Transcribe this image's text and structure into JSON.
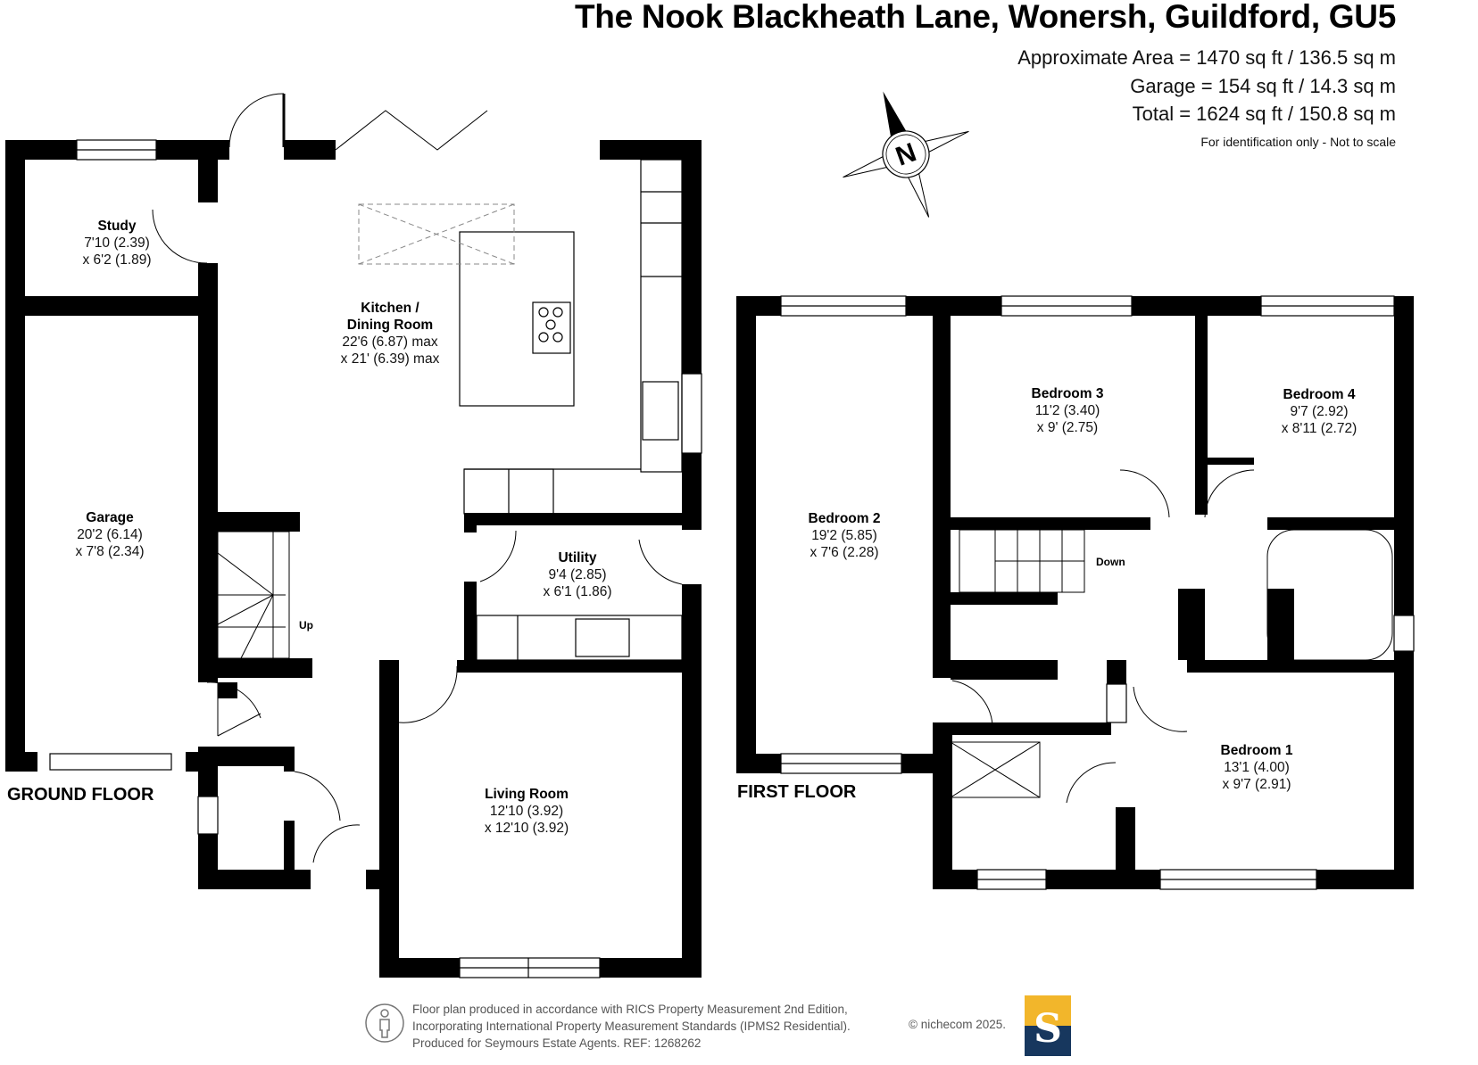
{
  "header": {
    "title": "The Nook Blackheath Lane, Wonersh, Guildford, GU5",
    "areas": [
      "Approximate Area = 1470 sq ft / 136.5 sq m",
      "Garage = 154 sq ft / 14.3 sq m",
      "Total = 1624 sq ft / 150.8 sq m"
    ],
    "disclaimer": "For identification only - Not to scale"
  },
  "compass": {
    "icon": "north-arrow-icon",
    "letter": "N"
  },
  "floors": {
    "ground": {
      "label": "GROUND FLOOR",
      "rooms": [
        {
          "name": "Study",
          "dim1": "7'10 (2.39)",
          "dim2": "x 6'2 (1.89)"
        },
        {
          "name": "Kitchen /",
          "name2": "Dining Room",
          "dim1": "22'6 (6.87) max",
          "dim2": "x 21' (6.39) max"
        },
        {
          "name": "Garage",
          "dim1": "20'2 (6.14)",
          "dim2": "x 7'8 (2.34)"
        },
        {
          "name": "Utility",
          "dim1": "9'4 (2.85)",
          "dim2": "x 6'1 (1.86)"
        },
        {
          "name": "Living Room",
          "dim1": "12'10 (3.92)",
          "dim2": "x 12'10 (3.92)"
        }
      ],
      "stairs_label": "Up"
    },
    "first": {
      "label": "FIRST FLOOR",
      "rooms": [
        {
          "name": "Bedroom 3",
          "dim1": "11'2 (3.40)",
          "dim2": "x 9' (2.75)"
        },
        {
          "name": "Bedroom 4",
          "dim1": "9'7 (2.92)",
          "dim2": "x 8'11 (2.72)"
        },
        {
          "name": "Bedroom 2",
          "dim1": "19'2 (5.85)",
          "dim2": "x 7'6 (2.28)"
        },
        {
          "name": "Bedroom 1",
          "dim1": "13'1 (4.00)",
          "dim2": "x 9'7 (2.91)"
        }
      ],
      "stairs_label": "Down"
    }
  },
  "footer": {
    "lines": [
      "Floor plan produced in accordance with RICS Property Measurement 2nd Edition,",
      "Incorporating International Property Measurement Standards (IPMS2 Residential).",
      "Produced for Seymours Estate Agents.   REF: 1268262"
    ],
    "copyright": "© nichecom 2025.",
    "logo_letter": "S",
    "logo_colors": {
      "top": "#f2b62b",
      "bottom": "#17375e"
    }
  }
}
